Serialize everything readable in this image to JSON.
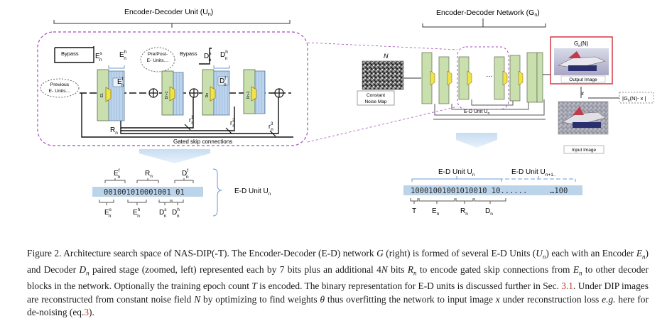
{
  "left_panel": {
    "title": "Encoder-Decoder Unit (U",
    "title_sub": "n",
    "title_close": ")",
    "bypass_label": "Bypass",
    "bypass_label_2": "Bypass",
    "previous_units": "Previous E- Units…",
    "pre_post_units": "Pre/Post- E- Units…",
    "gated_skip": "Gated skip connections",
    "ens": "E",
    "enh": "E",
    "enf": "E",
    "dns": "D",
    "dnh": "D",
    "dnf": "D",
    "rn": "R",
    "r1": "r",
    "r2": "r",
    "r3": "r",
    "block_e1": "E1",
    "block_dn1": "Dn-1",
    "block_dn": "Dn",
    "block_dn_1": "Dn-1"
  },
  "right_panel": {
    "title": "Encoder-Decoder Network (G",
    "title_sub": "n",
    "title_close": ")",
    "noise_label": "N",
    "constant_noise": "Constant Noise Map",
    "ed_unit": "E-D Unit U",
    "gn_label": "G",
    "gn_n": "(N)",
    "output_image": "Output Image",
    "input_image": "Input Image",
    "x_label": "x",
    "loss": "|G",
    "loss_rest": "(N)- x |",
    "dots": "…"
  },
  "left_bits": {
    "bits": "001001010001001 01",
    "top_labels": [
      "E",
      "R",
      "D"
    ],
    "bottom_labels": [
      "E",
      "E",
      "D",
      "D"
    ],
    "unit_label": "E-D Unit U"
  },
  "right_bits": {
    "bits": "10001001001010010 10......",
    "tail": "…100",
    "unit_a": "E-D Unit U",
    "unit_b": "E-D Unit U",
    "unit_b_sub": "n+1..",
    "bottom_labels": [
      "T",
      "E",
      "R",
      "D"
    ]
  },
  "caption": {
    "lead": "Figure 2. Architecture search space of NAS-DIP(-T). The Encoder-Decoder (E-D) network",
    "p1": "(right) is formed of several E-D Units (",
    "p2": ") each with an Encoder",
    "p3": ") and Decoder",
    "p4": "paired stage (zoomed, left) represented each by 7 bits plus an additional 4",
    "p5": "bits",
    "p6": "to encode gated skip connections from",
    "p7": "to other decoder blocks in the network. Optionally the training epoch count",
    "p8": "is encoded. The binary representation for E-D units is discussed further in Sec.",
    "sec": "3.1",
    "p9": ". Under DIP images are reconstructed from constant noise field",
    "p10": "by optimizing to find weights",
    "p11": "thus overfitting the network to input image",
    "p12": "under reconstruction loss",
    "eg": "e.g.",
    "p13": "here for de-noising (eq.",
    "eq": "3",
    "p14": ")."
  },
  "colors": {
    "block_green": "#c9dfae",
    "block_blue": "#bcd3ec",
    "yellow": "#f2e24a",
    "bits_bar": "#bcd4ea",
    "purple_dash": "#a24fbd",
    "red_frame": "#d9454f"
  }
}
